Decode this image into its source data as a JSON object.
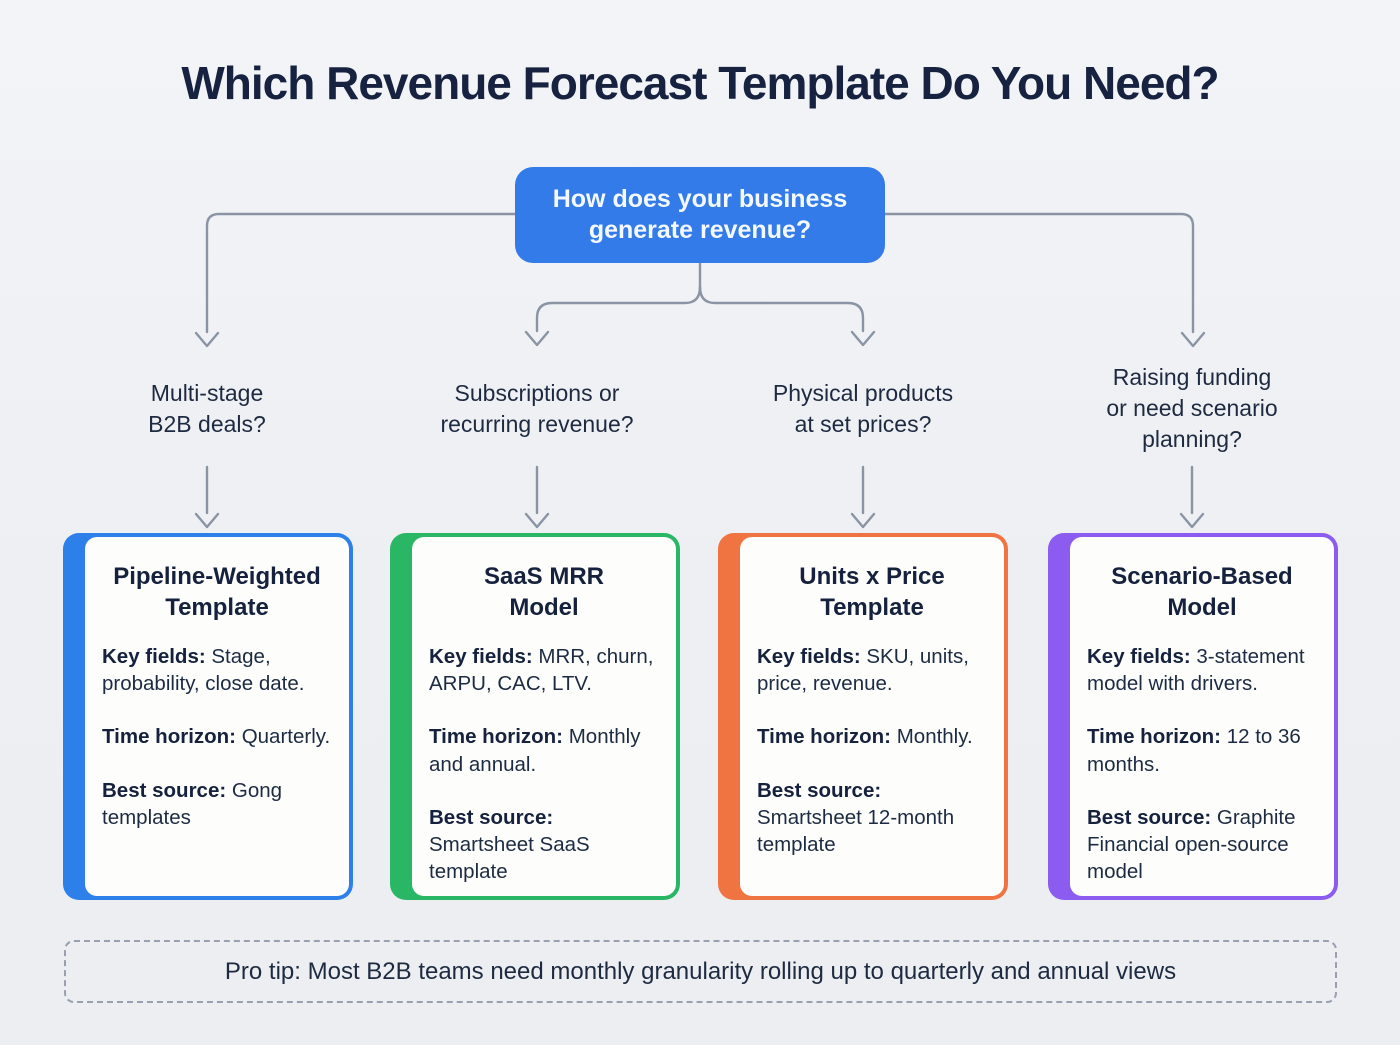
{
  "title": "Which Revenue Forecast Template Do You Need?",
  "root": {
    "question": "How does your business generate revenue?",
    "color": "#337be8"
  },
  "colors": {
    "arrow_gray": "#8b94a4",
    "title_navy": "#16223f",
    "tip_border": "#99a1b0"
  },
  "branches": [
    {
      "label": "Multi-stage\nB2B deals?"
    },
    {
      "label": "Subscriptions or\nrecurring revenue?"
    },
    {
      "label": "Physical products\nat set prices?"
    },
    {
      "label": "Raising funding\nor need scenario\nplanning?"
    }
  ],
  "cards": [
    {
      "title": "Pipeline-Weighted\nTemplate",
      "accent": "#2d80ea",
      "sections": [
        {
          "label": "Key fields:",
          "text": " Stage, probability, close date."
        },
        {
          "label": "Time horizon:",
          "text": " Quarterly."
        },
        {
          "label": "Best source:",
          "text": " Gong templates"
        }
      ]
    },
    {
      "title": "SaaS MRR\nModel",
      "accent": "#29b765",
      "sections": [
        {
          "label": "Key fields:",
          "text": " MRR, churn, ARPU, CAC, LTV."
        },
        {
          "label": "Time horizon:",
          "text": " Monthly and annual."
        },
        {
          "label": "Best source:",
          "text": " Smartsheet SaaS template"
        }
      ]
    },
    {
      "title": "Units x Price\nTemplate",
      "accent": "#f07441",
      "sections": [
        {
          "label": "Key fields:",
          "text": " SKU, units, price, revenue."
        },
        {
          "label": "Time horizon:",
          "text": " Monthly."
        },
        {
          "label": "Best source:",
          "text": " Smartsheet 12-month template"
        }
      ]
    },
    {
      "title": "Scenario-Based\nModel",
      "accent": "#8c5cf0",
      "sections": [
        {
          "label": "Key fields:",
          "text": " 3-statement model with drivers."
        },
        {
          "label": "Time horizon:",
          "text": " 12 to 36 months."
        },
        {
          "label": "Best source:",
          "text": " Graphite Financial open-source model"
        }
      ]
    }
  ],
  "pro_tip": "Pro tip: Most B2B teams need monthly granularity rolling up to quarterly and annual views"
}
